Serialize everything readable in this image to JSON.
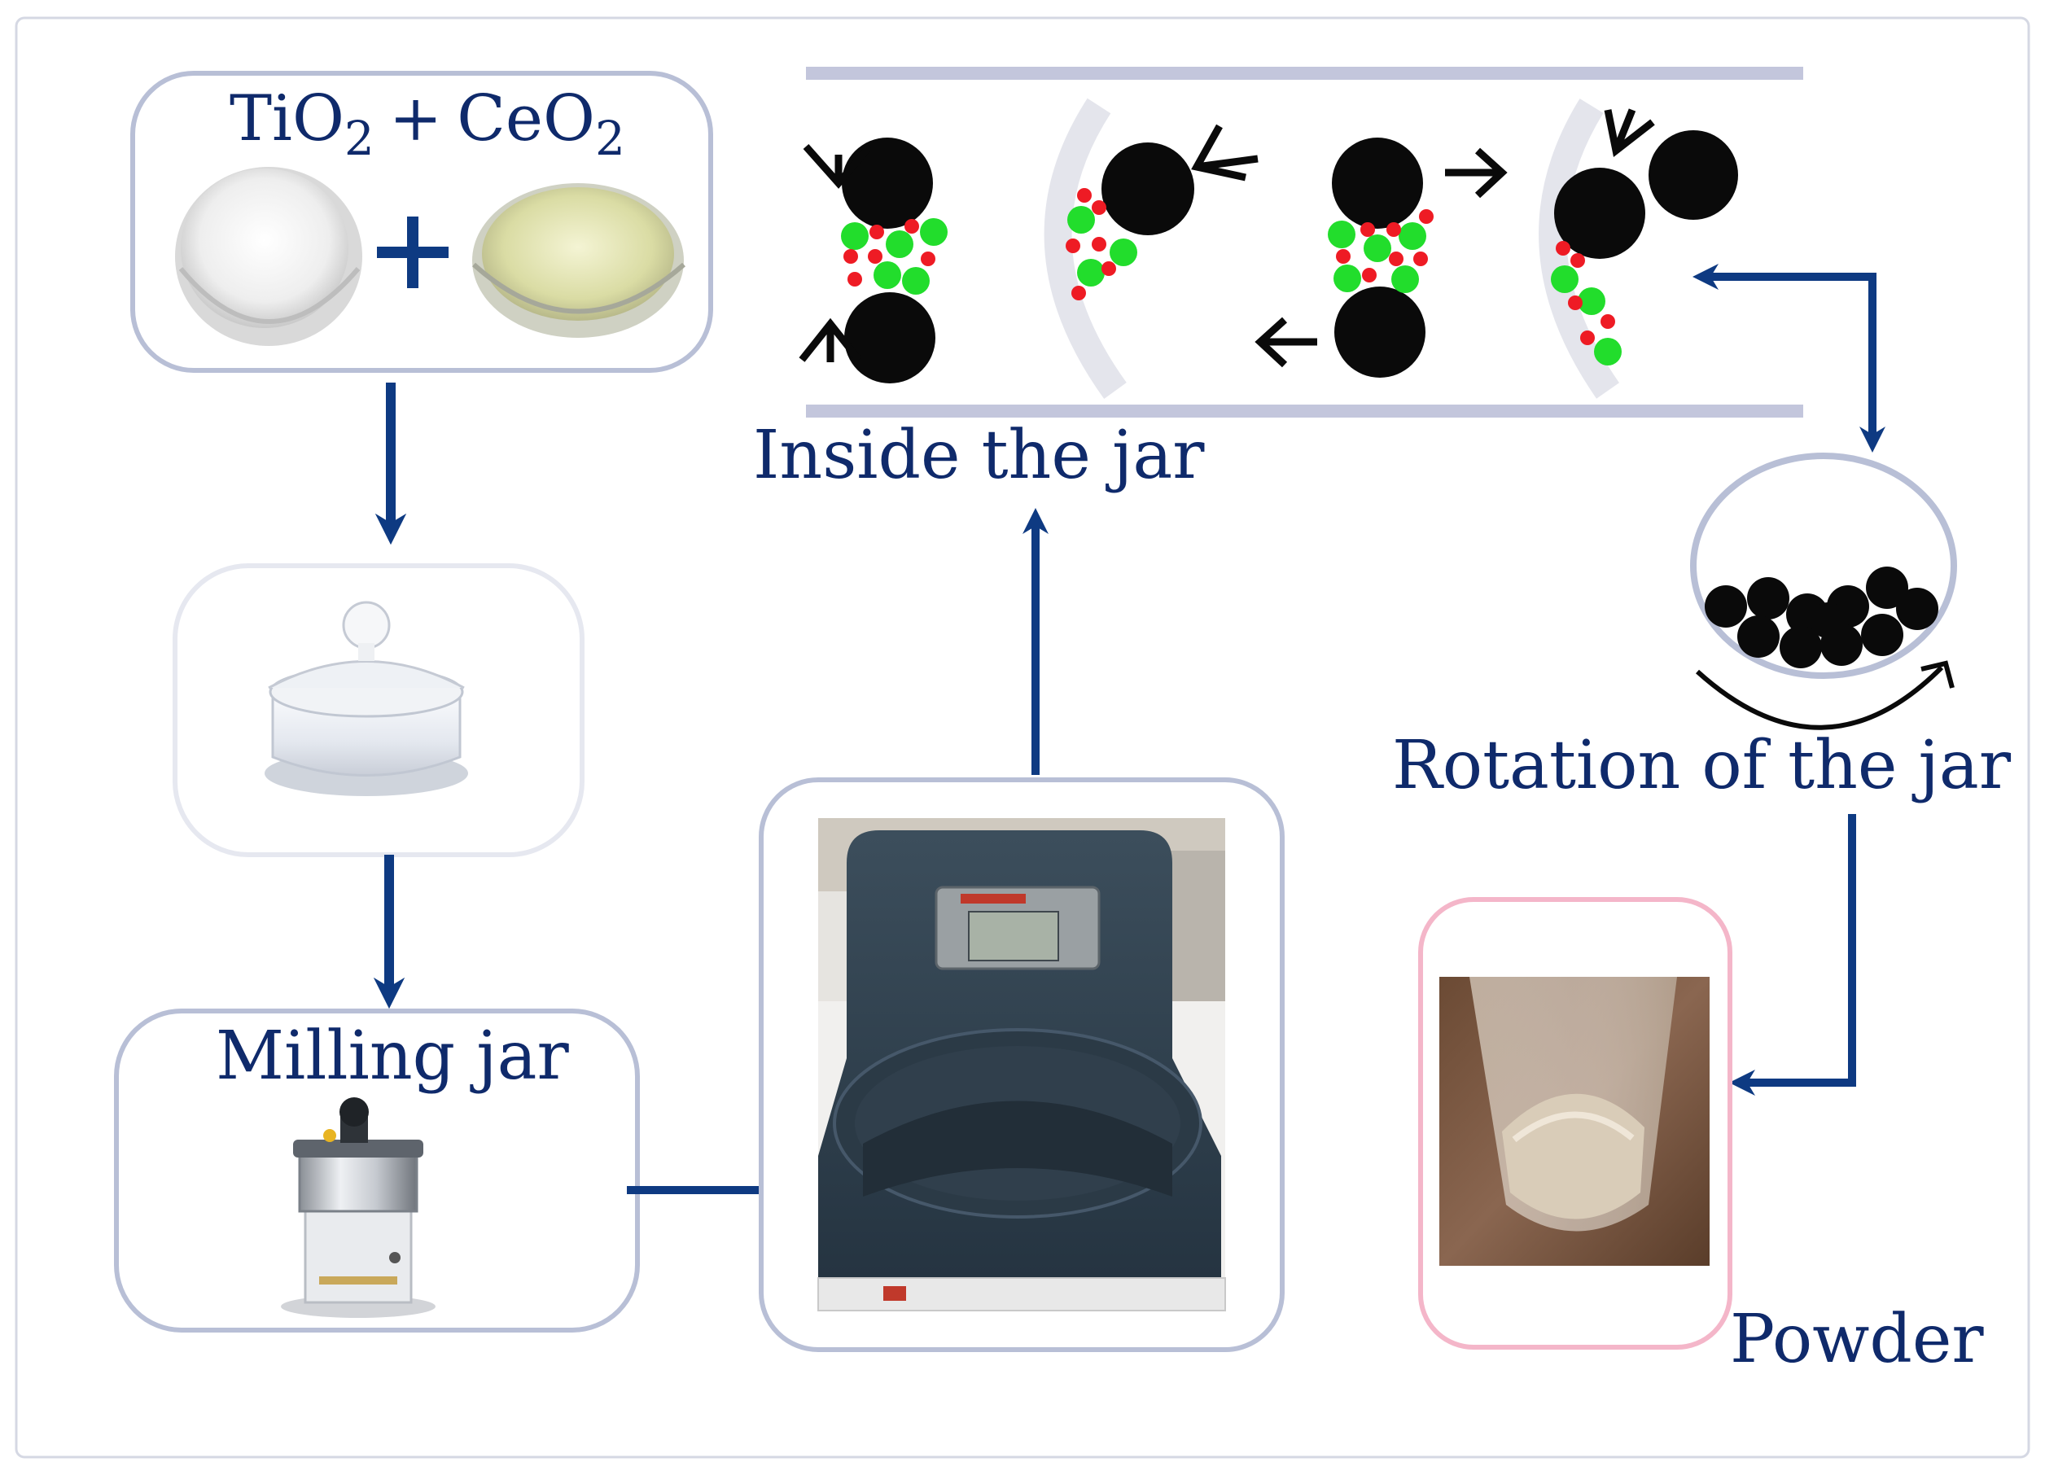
{
  "labels": {
    "tio2": "TiO",
    "ceo2": "CeO",
    "subscript_2": "2",
    "plus": "+",
    "milling_jar": "Milling jar",
    "inside_jar": "Inside the jar",
    "rotation": "Rotation of the jar",
    "powder": "Powder"
  },
  "icons": {
    "mixer_plus": "plus-icon",
    "flow_arrows": "arrow-icon",
    "ball": "milling-ball-icon"
  },
  "colors": {
    "flow_arrow": "#0e3a82",
    "box_border": "#b8bfd6",
    "powder_box_border": "#f4b6c9",
    "label_text": "#0f2a6b",
    "ball": "#0a0a0a",
    "particle_red": "#ee1b24",
    "particle_green": "#22dd2c",
    "jar_wall": "#c3c6dc"
  }
}
